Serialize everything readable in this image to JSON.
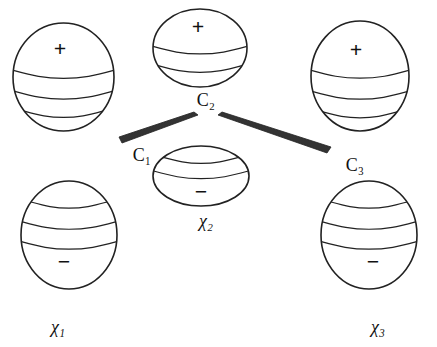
{
  "diagram": {
    "nodes": [
      {
        "text": [
          "+"
        ]
      },
      {
        "text": [
          "+"
        ]
      },
      {
        "text": [
          "+"
        ]
      },
      {
        "text": [
          "−"
        ]
      },
      {
        "text": [
          "−"
        ]
      },
      {
        "text": [
          "−"
        ]
      }
    ],
    "labels": [
      "C₂",
      "C₁",
      "C₃",
      "χ₂",
      "χ₁",
      "χ₃"
    ]
  }
}
